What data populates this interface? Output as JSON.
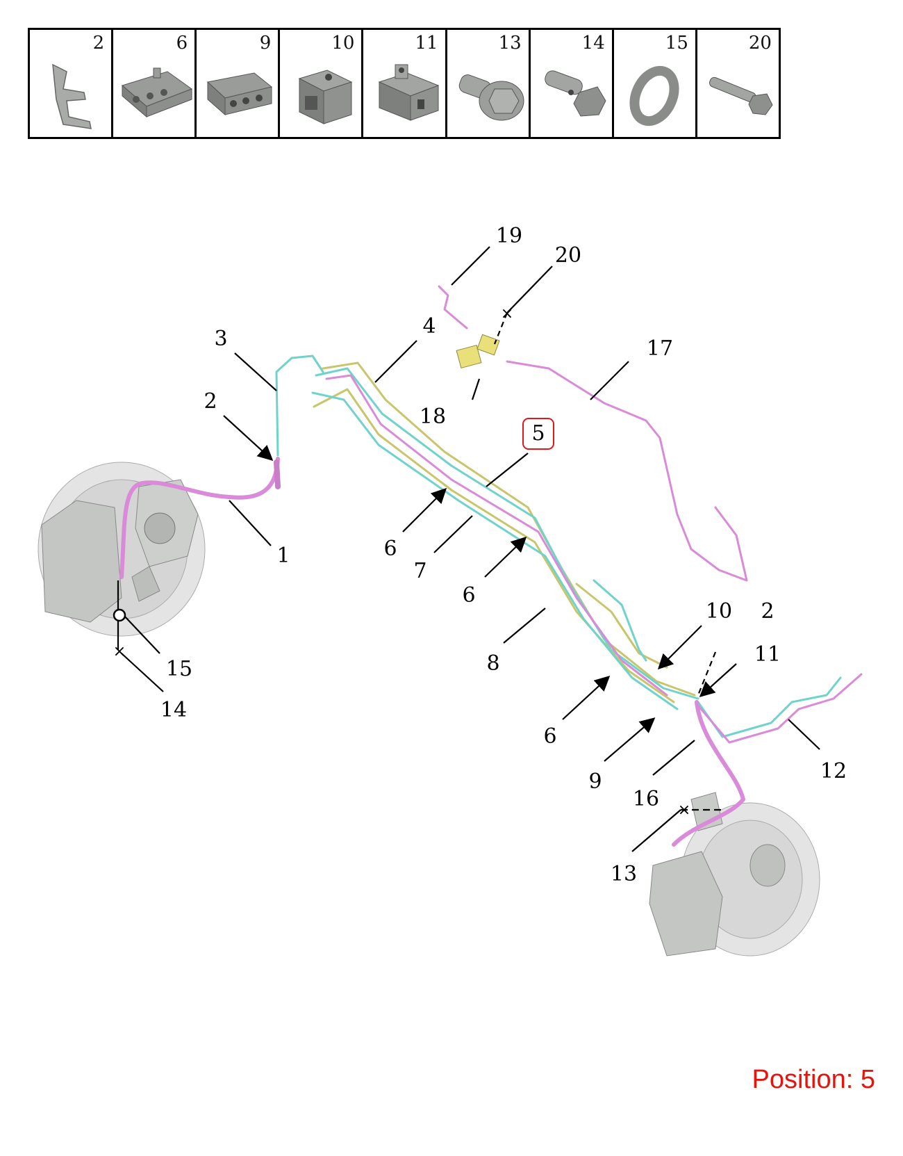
{
  "parts_table": {
    "cells": [
      {
        "number": "2",
        "icon": "clip-icon"
      },
      {
        "number": "6",
        "icon": "pipe-holder-6-icon"
      },
      {
        "number": "9",
        "icon": "pipe-holder-9-icon"
      },
      {
        "number": "10",
        "icon": "bracket-10-icon"
      },
      {
        "number": "11",
        "icon": "bracket-11-icon"
      },
      {
        "number": "13",
        "icon": "bolt-flange-icon"
      },
      {
        "number": "14",
        "icon": "banjo-bolt-icon"
      },
      {
        "number": "15",
        "icon": "sealing-ring-icon"
      },
      {
        "number": "20",
        "icon": "hex-bolt-icon"
      }
    ]
  },
  "callouts": {
    "c1": "1",
    "c2a": "2",
    "c2b": "2",
    "c3": "3",
    "c4": "4",
    "c5": "5",
    "c6a": "6",
    "c6b": "6",
    "c6c": "6",
    "c7": "7",
    "c8": "8",
    "c9": "9",
    "c10": "10",
    "c11": "11",
    "c12": "12",
    "c13": "13",
    "c14": "14",
    "c15": "15",
    "c16": "16",
    "c17": "17",
    "c18": "18",
    "c19": "19",
    "c20": "20"
  },
  "highlight": "5",
  "colors": {
    "pipe_pink": "#d98ad8",
    "pipe_cyan": "#6fd3cc",
    "pipe_yellow": "#c9c56a",
    "highlight": "#e21818",
    "position_text": "#e8140c"
  },
  "position_label": "Position: 5"
}
